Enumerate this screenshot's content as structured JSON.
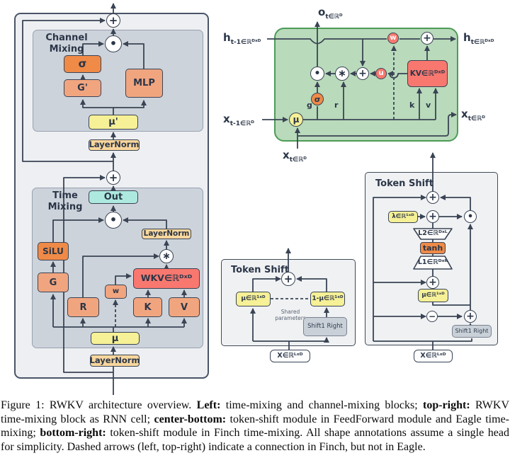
{
  "left_block": {
    "channel_mixing": {
      "title": "Channel\nMixing",
      "sigma": "σ",
      "g_prime": "G'",
      "mlp": "MLP",
      "mu_prime": "μ'"
    },
    "layernorm_top": "LayerNorm",
    "time_mixing": {
      "title": "Time\nMixing",
      "out": "Out",
      "layernorm": "LayerNorm",
      "silu": "SiLU",
      "g": "G",
      "r": "R",
      "w": "w",
      "wkv": "WKV∈ℝᴰˣᴰ",
      "k": "K",
      "v": "V",
      "mu": "μ"
    },
    "layernorm_bottom": "LayerNorm"
  },
  "rnn_cell": {
    "h_prev": {
      "base": "h",
      "sub": "t-1∈ℝᴰˣᴰ"
    },
    "o_out": {
      "base": "o",
      "sub": "t∈ℝᴰ"
    },
    "h_next": {
      "base": "h",
      "sub": "t∈ℝᴰˣᴰ"
    },
    "x_prev": {
      "base": "x",
      "sub": "t-1∈ℝᴰ"
    },
    "x_next": {
      "base": "x",
      "sub": "t∈ℝᴰ"
    },
    "x_in": {
      "base": "x",
      "sub": "t∈ℝᴰ"
    },
    "mu": "μ",
    "sigma": "σ",
    "w": "w",
    "u": "u",
    "g": "g",
    "r": "r",
    "k": "k",
    "v": "v",
    "kv": "KV∈ℝᴰˣᴰ"
  },
  "token_shift_eagle": {
    "title": "Token Shift",
    "mu": "μ∈ℝ¹ˣᴰ",
    "one_minus_mu": "1-μ∈ℝ¹ˣᴰ",
    "shared_note": "Shared\nparameters",
    "shift": "Shift1 Right",
    "x_in": "X∈ℝᴸˣᴰ"
  },
  "token_shift_finch": {
    "title": "Token Shift",
    "lambda": "λ∈ℝ¹ˣᴰ",
    "l2": "L2∈ℝᴰˣᴸ",
    "tanh": "tanh",
    "l1": "L1∈ℝᴰˣᴿ",
    "mu": "μ∈ℝ¹ˣᴰ",
    "shift": "Shift1 Right",
    "x_in": "X∈ℝᴸˣᴰ"
  },
  "operators": {
    "add": "+",
    "dot": "•",
    "mul": "∗",
    "minus": "−"
  },
  "colors": {
    "orange": "#ef8a47",
    "salmon": "#f1a57f",
    "yellow": "#f6f096",
    "peach": "#f8d69c",
    "red": "#f8786f",
    "cyan": "#ade9df",
    "green_bg": "#b9dabb",
    "green_border": "#4f9b58",
    "panel_gray": "#cdd3db",
    "wire": "#3a4454"
  },
  "caption": {
    "segments": [
      {
        "text": "Figure 1: RWKV architecture overview. ",
        "bold": false
      },
      {
        "text": "Left:",
        "bold": true
      },
      {
        "text": " time-mixing and channel-mixing blocks; ",
        "bold": false
      },
      {
        "text": "top-right:",
        "bold": true
      },
      {
        "text": " RWKV time-mixing block as RNN cell; ",
        "bold": false
      },
      {
        "text": "center-bottom:",
        "bold": true
      },
      {
        "text": " token-shift module in FeedForward module and Eagle time-mixing; ",
        "bold": false
      },
      {
        "text": "bottom-right:",
        "bold": true
      },
      {
        "text": " token-shift module in Finch time-mixing. All shape annotations assume a single head for simplicity. Dashed arrows (left, top-right) indicate a connection in Finch, but not in Eagle.",
        "bold": false
      }
    ]
  }
}
